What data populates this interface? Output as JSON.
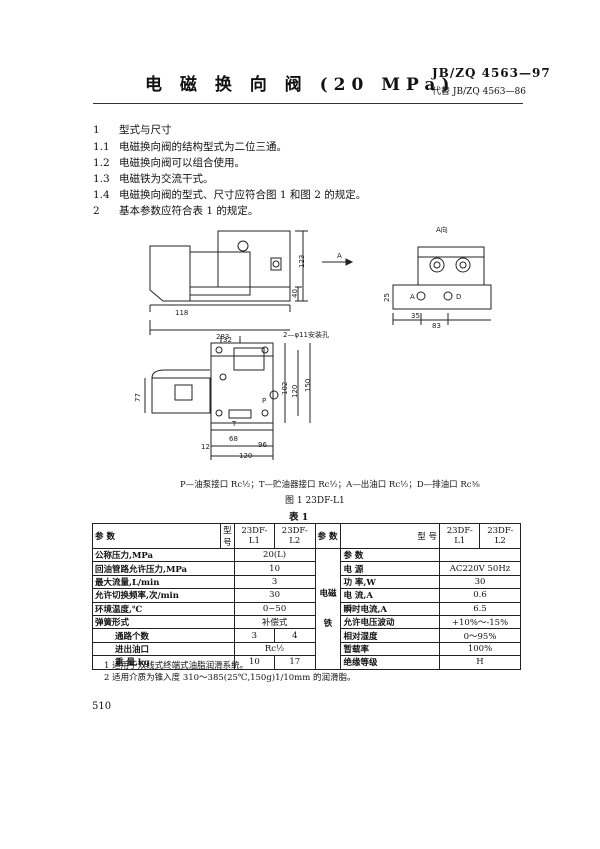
{
  "header": {
    "title": "电 磁 换 向 阀 (20 MPa)",
    "standard": "JB/ZQ 4563—97",
    "replaces": "代替 JB/ZQ 4563—86"
  },
  "paragraphs": [
    {
      "num": "1",
      "text": "型式与尺寸"
    },
    {
      "num": "1.1",
      "text": "电磁换向阀的结构型式为二位三通。"
    },
    {
      "num": "1.2",
      "text": "电磁换向阀可以组合使用。"
    },
    {
      "num": "1.3",
      "text": "电磁铁为交流干式。"
    },
    {
      "num": "1.4",
      "text": "电磁换向阀的型式、尺寸应符合图 1 和图 2 的规定。"
    },
    {
      "num": "2",
      "text": "基本参数应符合表 1 的规定。"
    }
  ],
  "figure": {
    "dims": [
      "123",
      "40",
      "118",
      "283",
      "32",
      "77",
      "102",
      "120",
      "150",
      "68",
      "96",
      "12",
      "120",
      "25",
      "35",
      "83"
    ],
    "labels": {
      "a_arrow": "A",
      "a_view": "A向",
      "hole": "2—φ11安装孔",
      "p": "P",
      "t": "T",
      "a": "A",
      "d": "D"
    },
    "legend": "P—油泵接口 Rc½；T—贮油器接口 Rc½；A—出油口 Rc½；D—排油口 Rc⅜",
    "caption": "图 1   23DF-L1"
  },
  "table": {
    "caption": "表 1",
    "hdr_param": "参    数",
    "hdr_model": "型    号",
    "models": [
      "23DF-L1",
      "23DF-L2"
    ],
    "magnet": "电磁铁",
    "left_rows": [
      {
        "name": "公称压力,MPa",
        "v1": "20(L)",
        "v2": "",
        "span": true
      },
      {
        "name": "回油管路允许压力,MPa",
        "v1": "10",
        "v2": "",
        "span": true
      },
      {
        "name": "最大流量,L/min",
        "v1": "3",
        "v2": "",
        "span": true
      },
      {
        "name": "允许切换频率,次/min",
        "v1": "30",
        "v2": "",
        "span": true
      },
      {
        "name": "环境温度,℃",
        "v1": "0~50",
        "v2": "",
        "span": true
      },
      {
        "name": "弹簧形式",
        "v1": "补偿式",
        "v2": "",
        "span": true
      },
      {
        "name": "通路个数",
        "v1": "3",
        "v2": "4",
        "span": false
      },
      {
        "name": "进出油口",
        "v1": "Rc½",
        "v2": "",
        "span": true
      },
      {
        "name": "重    量,kg",
        "v1": "10",
        "v2": "17",
        "span": false
      }
    ],
    "right_rows": [
      {
        "name": "电    源",
        "val": "AC220V  50Hz"
      },
      {
        "name": "功    率,W",
        "val": "30"
      },
      {
        "name": "电    流,A",
        "val": "0.6"
      },
      {
        "name": "瞬时电流,A",
        "val": "6.5"
      },
      {
        "name": "允许电压波动",
        "val": "+10%～-15%"
      },
      {
        "name": "相对湿度",
        "val": "0～95%"
      },
      {
        "name": "暂载率",
        "val": "100%"
      },
      {
        "name": "绝缘等级",
        "val": "H"
      }
    ]
  },
  "notes": [
    "1  适用于双线式终端式油脂润滑系统。",
    "2  适用介质为锥入度 310～385(25℃,150g)1/10mm 的润滑脂。"
  ],
  "page_number": "510"
}
